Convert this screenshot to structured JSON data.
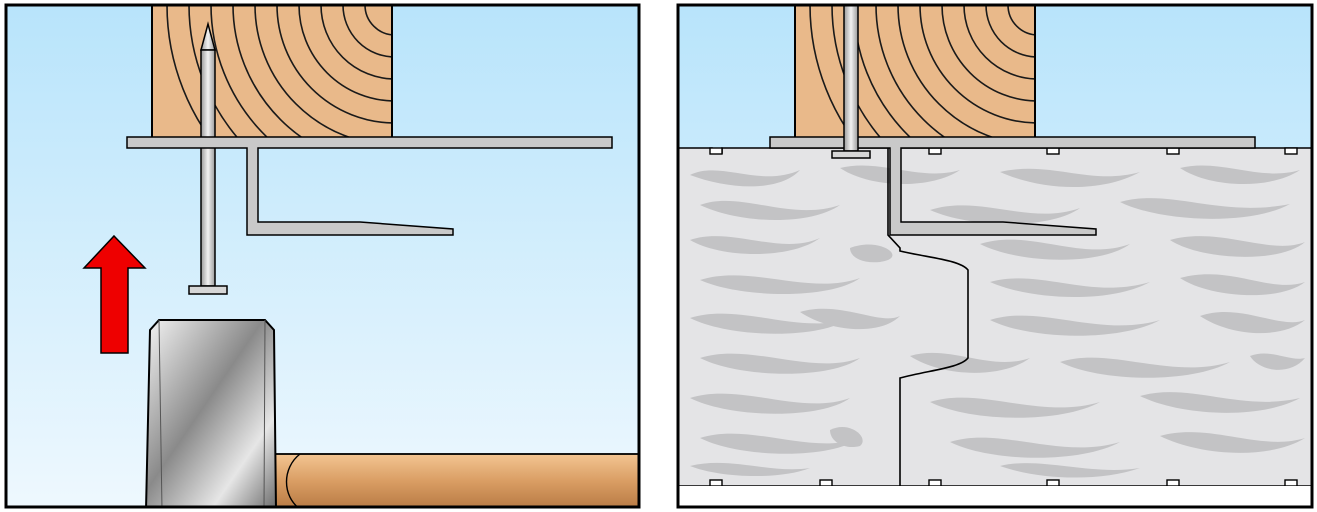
{
  "panels": [
    {
      "id": "left",
      "description_visible_text": ""
    },
    {
      "id": "right",
      "description_visible_text": ""
    }
  ],
  "colors": {
    "sky_top": "#b8e4fb",
    "sky_bottom": "#eef8fe",
    "wood": "#e9b98a",
    "wood_lines": "#1a1a1a",
    "metal": "#c9c9c9",
    "arrow": "#ee0000",
    "block": "#e4e4e6",
    "block_pattern": "#c3c3c5",
    "handle": "#d99d63",
    "outline": "#000000"
  },
  "arrow_direction": "up"
}
